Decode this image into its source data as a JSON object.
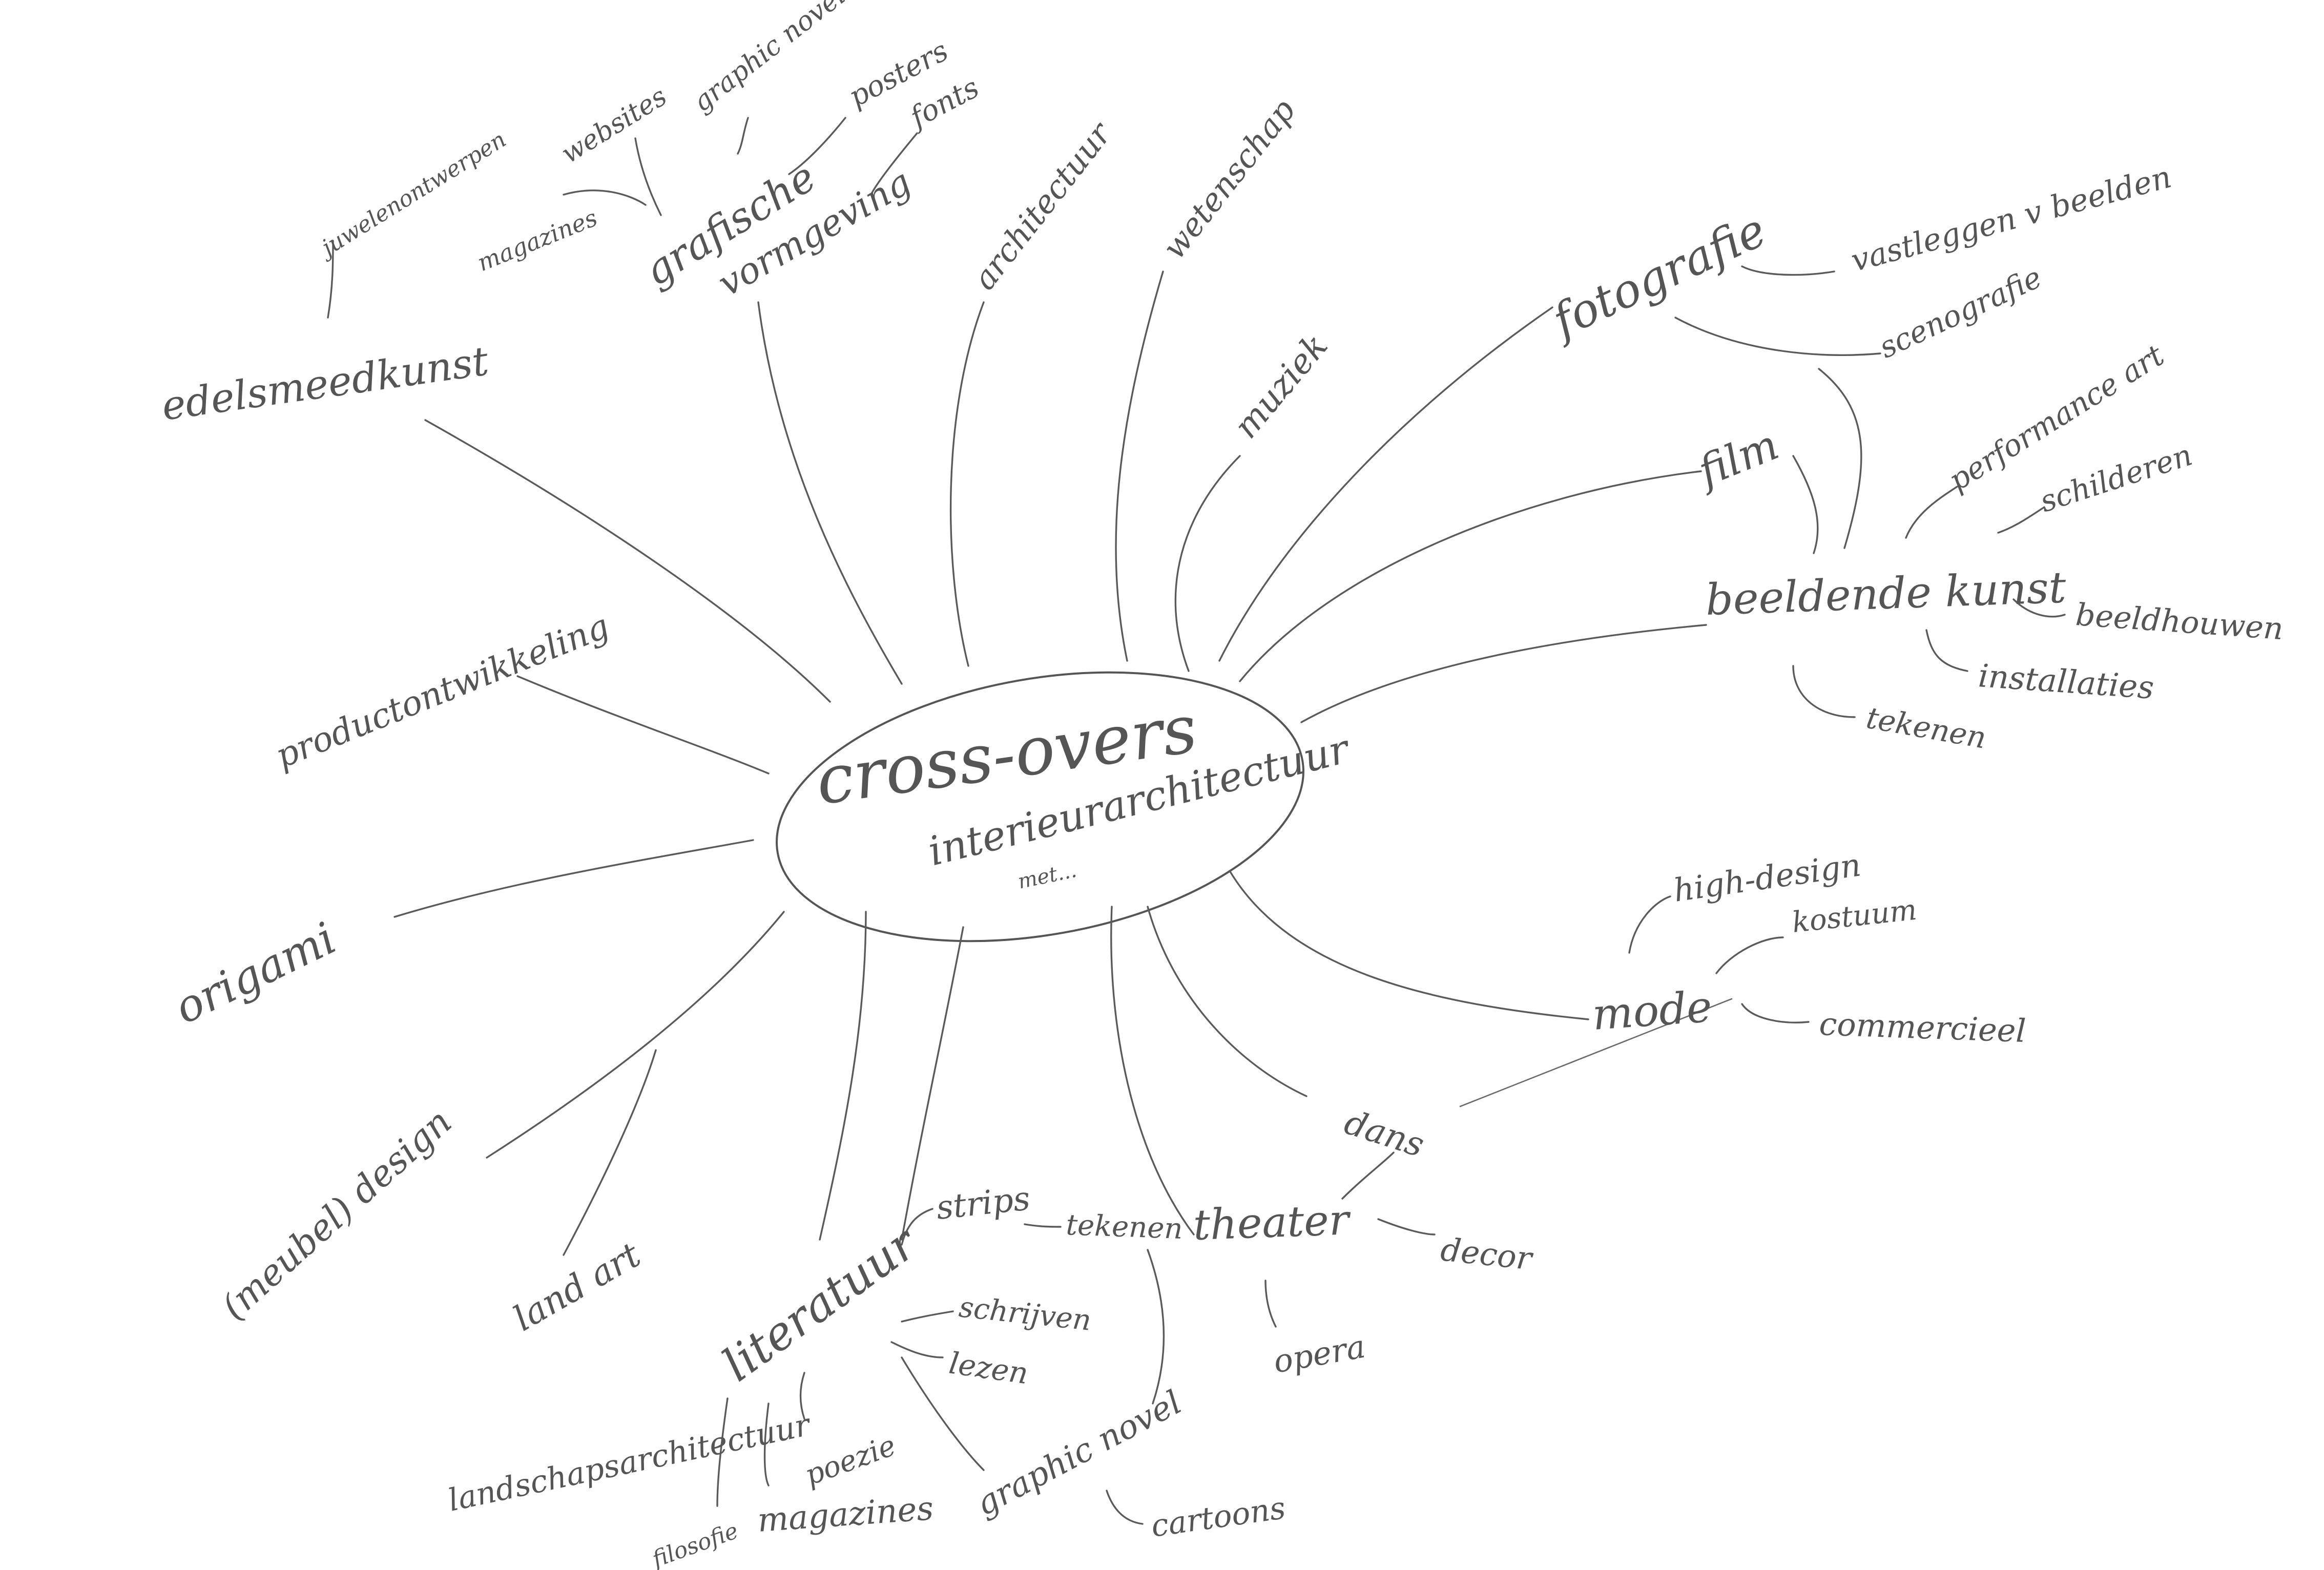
{
  "center": {
    "title": "cross-overs",
    "subtitle": "interieurarchitectuur",
    "note": "met..."
  },
  "nodes": {
    "edelsmeedkunst": "edelsmeedkunst",
    "juwelenontwerpen": "juwelenontwerpen",
    "grafische": "grafische",
    "vormgeving": "vormgeving",
    "magazines_top": "magazines",
    "websites": "websites",
    "graphic_novel_top": "graphic novel",
    "posters": "posters",
    "fonts": "fonts",
    "architectuur": "architectuur",
    "wetenschap": "wetenschap",
    "muziek": "muziek",
    "fotografie": "fotografie",
    "vastleggen": "vastleggen v beelden",
    "scenografie": "scenografie",
    "film": "film",
    "beeldende_kunst": "beeldende kunst",
    "performance_art": "performance art",
    "schilderen": "schilderen",
    "beeldhouwen": "beeldhouwen",
    "installaties": "installaties",
    "tekenen_right": "tekenen",
    "productontwikkeling": "productontwikkeling",
    "origami": "origami",
    "meubel_design": "(meubel) design",
    "land_art": "land art",
    "landschapsarchitectuur": "landschapsarchitectuur",
    "literatuur": "literatuur",
    "strips": "strips",
    "tekenen_bottom": "tekenen",
    "schrijven": "schrijven",
    "lezen": "lezen",
    "poezie": "poezie",
    "filosofie": "filosofie",
    "magazines_bottom": "magazines",
    "graphic_novel_bottom": "graphic novel",
    "cartoons": "cartoons",
    "theater": "theater",
    "decor": "decor",
    "opera": "opera",
    "dans": "dans",
    "mode": "mode",
    "high_design": "high-design",
    "kostuum": "kostuum",
    "commercieel": "commercieel"
  }
}
